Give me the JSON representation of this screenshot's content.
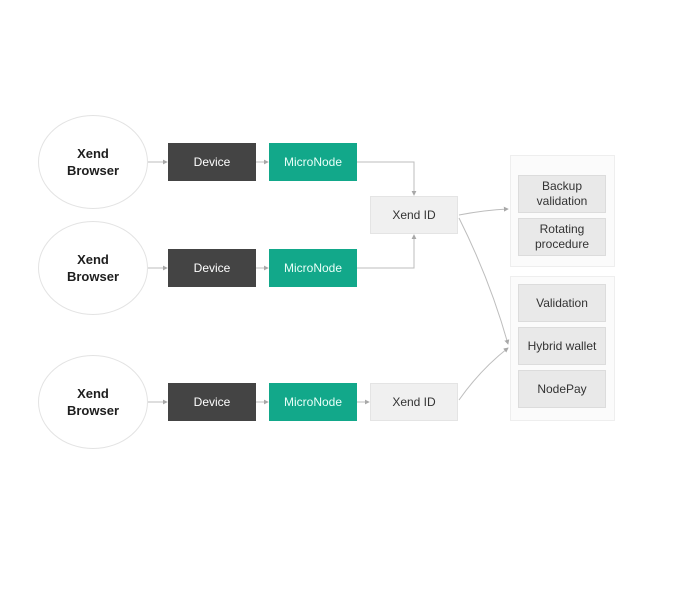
{
  "rows": [
    {
      "browser": "Xend\nBrowser",
      "device": "Device",
      "micronode": "MicroNode"
    },
    {
      "browser": "Xend\nBrowser",
      "device": "Device",
      "micronode": "MicroNode"
    },
    {
      "browser": "Xend\nBrowser",
      "device": "Device",
      "micronode": "MicroNode",
      "xend_id": "Xend ID"
    }
  ],
  "shared_xend_id": "Xend ID",
  "group_top": {
    "items": [
      "Backup\nvalidation",
      "Rotating\nprocedure"
    ]
  },
  "group_bottom": {
    "items": [
      "Validation",
      "Hybrid wallet",
      "NodePay"
    ]
  },
  "colors": {
    "device": "#444444",
    "micronode": "#12a88a",
    "xend_id": "#f0f0f0",
    "connector": "#bdbdbd"
  }
}
